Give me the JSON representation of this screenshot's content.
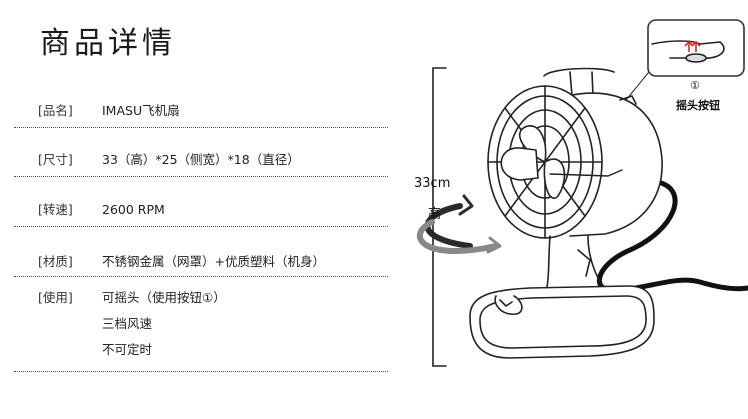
{
  "title": "商品详情",
  "specs": [
    {
      "key": "[品名]",
      "value": "IMASU飞机扇"
    },
    {
      "key": "[尺寸]",
      "value": "33（高）*25（侧宽）*18（直径）"
    },
    {
      "key": "[转速]",
      "value": "2600 RPM"
    },
    {
      "key": "[材质]",
      "value": "不锈钢金属（网罩）+优质塑料（机身）"
    },
    {
      "key": "[使用]",
      "value": "可摇头（使用按钮①）",
      "extra": [
        "三档风速",
        "不可定时"
      ]
    }
  ],
  "figure": {
    "height_label": "33cm",
    "height_char": "高",
    "button_number": "①",
    "button_label": "摇头按钮",
    "button_arrow_color": "#d03030"
  }
}
